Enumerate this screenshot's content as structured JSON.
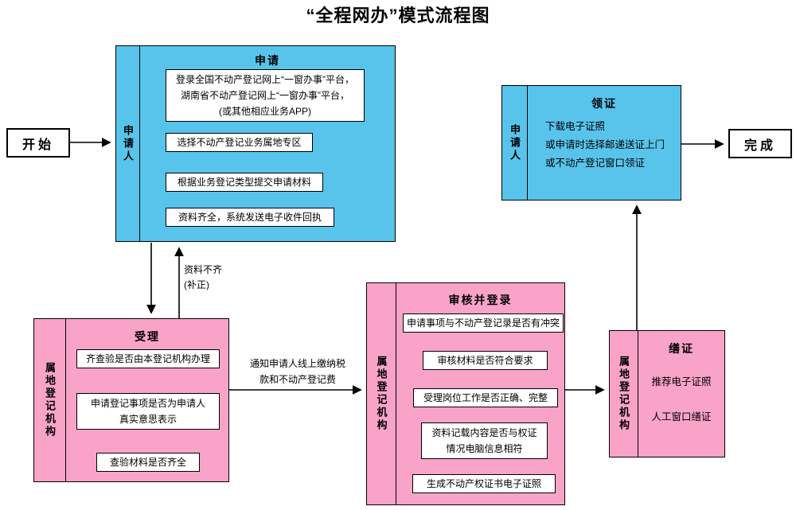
{
  "title": "“全程网办”模式流程图",
  "colors": {
    "blue": "#58C4EC",
    "pink": "#F9A3C9"
  },
  "start": {
    "label": "开始"
  },
  "finish": {
    "label": "完成"
  },
  "apply": {
    "side_label": "申请人",
    "title": "申请",
    "steps": [
      {
        "lines": [
          "登录全国不动产登记网上“一窗办事”平台，",
          "湖南省不动产登记网上“一窗办事”平台，",
          "(或其他相应业务APP)"
        ]
      },
      {
        "lines": [
          "选择不动产登记业务属地专区"
        ]
      },
      {
        "lines": [
          "根据业务登记类型提交申请材料"
        ]
      },
      {
        "lines": [
          "资料齐全，系统发送电子收件回执"
        ]
      }
    ]
  },
  "accept": {
    "side_label": "属地登记机构",
    "title": "受理",
    "steps": [
      {
        "lines": [
          "齐查验是否由本登记机构办理"
        ]
      },
      {
        "lines": [
          "申请登记事项是否为申请人",
          "真实意思表示"
        ]
      },
      {
        "lines": [
          "查验材料是否齐全"
        ]
      }
    ]
  },
  "review": {
    "side_label": "属地登记机构",
    "title": "审核并登录",
    "steps": [
      {
        "lines": [
          "申请事项与不动产登记录是否有冲突"
        ]
      },
      {
        "lines": [
          "审核材料是否符合要求"
        ]
      },
      {
        "lines": [
          "受理岗位工作是否正确、完整"
        ]
      },
      {
        "lines": [
          "资料记载内容是否与权证",
          "情况电脑信息相符"
        ]
      },
      {
        "lines": [
          "生成不动产权证书电子证照"
        ]
      }
    ]
  },
  "issue": {
    "side_label": "属地登记机构",
    "title": "缮证",
    "lines": [
      "推荐电子证照",
      "人工窗口缮证"
    ]
  },
  "receive": {
    "side_label": "申请人",
    "title": "领证",
    "lines": [
      "下载电子证照",
      "或申请时选择邮递送证上门",
      "或不动产登记窗口领证"
    ]
  },
  "connector_labels": {
    "incomplete": [
      "资料不齐",
      "(补正)"
    ],
    "notify": [
      "通知申请人线上缴纳税",
      "款和不动产登记费"
    ]
  }
}
